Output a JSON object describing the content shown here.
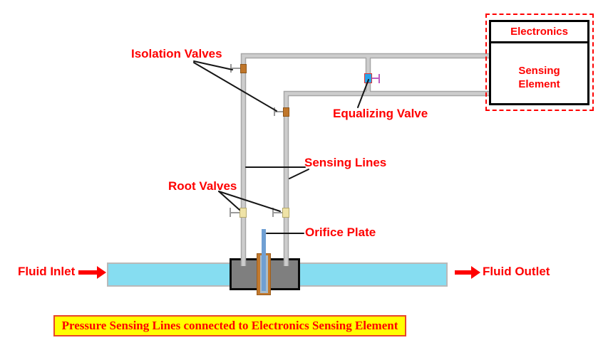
{
  "diagram": {
    "caption": "Pressure Sensing Lines connected to Electronics Sensing Element",
    "electronics_box": {
      "header": "Electronics",
      "body_line1": "Sensing",
      "body_line2": "Element"
    },
    "labels": {
      "isolation_valves": "Isolation Valves",
      "equalizing_valve": "Equalizing Valve",
      "sensing_lines": "Sensing Lines",
      "root_valves": "Root Valves",
      "orifice_plate": "Orifice Plate",
      "fluid_inlet": "Fluid Inlet",
      "fluid_outlet": "Fluid Outlet"
    },
    "colors": {
      "label_red": "#fe0000",
      "pipe_fill": "#cdcdcd",
      "pipe_edge": "#a6a6a6",
      "fluid_cyan": "#86ddf1",
      "isolation_valve": "#bf762b",
      "root_valve": "#efe3a7",
      "equalizing_valve": "#2aa3e9",
      "equalizing_handle": "#bf5fbf",
      "orifice_flange": "#c1792e",
      "orifice_plate": "#6f9fd3",
      "orifice_body": "#7f7f7f",
      "caption_bg": "#ffff00",
      "caption_border": "#e8462a",
      "arrow_red": "#fe0000",
      "pointer_black": "#151515",
      "handle_gray": "#9a9a9a"
    }
  }
}
